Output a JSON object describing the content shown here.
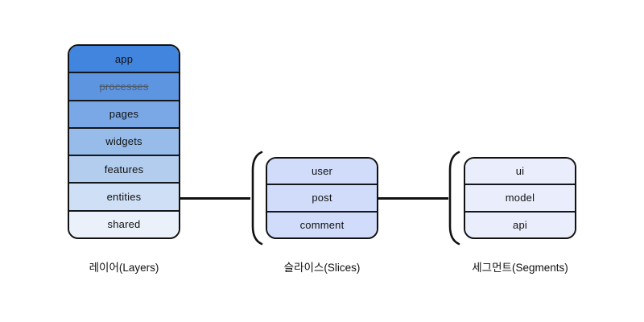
{
  "layers": {
    "caption": "레이어(Layers)",
    "rows": [
      {
        "label": "app",
        "bg": "#4285de",
        "deprecated": false
      },
      {
        "label": "processes",
        "bg": "#5d95e0",
        "deprecated": true,
        "text_color": "#4e5b6b"
      },
      {
        "label": "pages",
        "bg": "#7aa8e6",
        "deprecated": false
      },
      {
        "label": "widgets",
        "bg": "#97bce9",
        "deprecated": false
      },
      {
        "label": "features",
        "bg": "#b3cdee",
        "deprecated": false
      },
      {
        "label": "entities",
        "bg": "#cfdff5",
        "deprecated": false
      },
      {
        "label": "shared",
        "bg": "#eaf1fb",
        "deprecated": false
      }
    ]
  },
  "slices": {
    "caption": "슬라이스(Slices)",
    "row_bg": "#d0dcfa",
    "rows": [
      {
        "label": "user"
      },
      {
        "label": "post"
      },
      {
        "label": "comment"
      }
    ]
  },
  "segments": {
    "caption": "세그먼트(Segments)",
    "row_bg": "#eaeefc",
    "rows": [
      {
        "label": "ui"
      },
      {
        "label": "model"
      },
      {
        "label": "api"
      }
    ]
  },
  "colors": {
    "ink": "#111111",
    "background": "#ffffff"
  }
}
